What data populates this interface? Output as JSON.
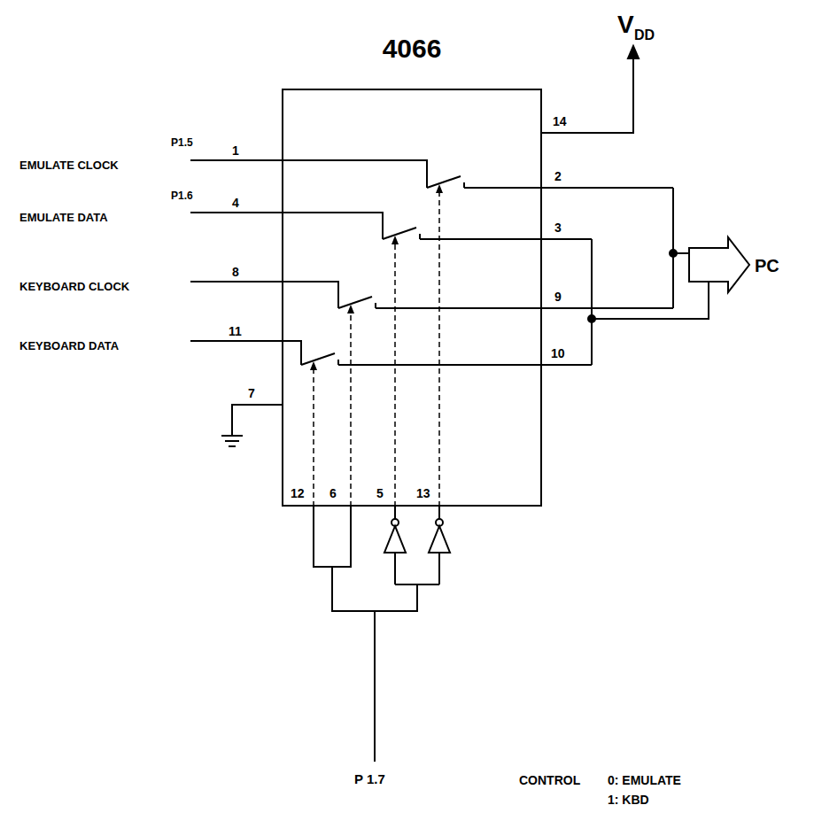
{
  "diagram": {
    "nodes": [
      {
        "text": [
          "4066"
        ]
      }
    ],
    "labels": [
      "V",
      "DD",
      "P1.5",
      "1",
      "EMULATE CLOCK",
      "P1.6",
      "4",
      "EMULATE DATA",
      "8",
      "KEYBOARD CLOCK",
      "11",
      "KEYBOARD DATA",
      "14",
      "2",
      "3",
      "9",
      "10",
      "PC",
      "7",
      "12",
      "6",
      "5",
      "13",
      "P 1.7",
      "CONTROL",
      "0: EMULATE",
      "1: KBD"
    ]
  }
}
